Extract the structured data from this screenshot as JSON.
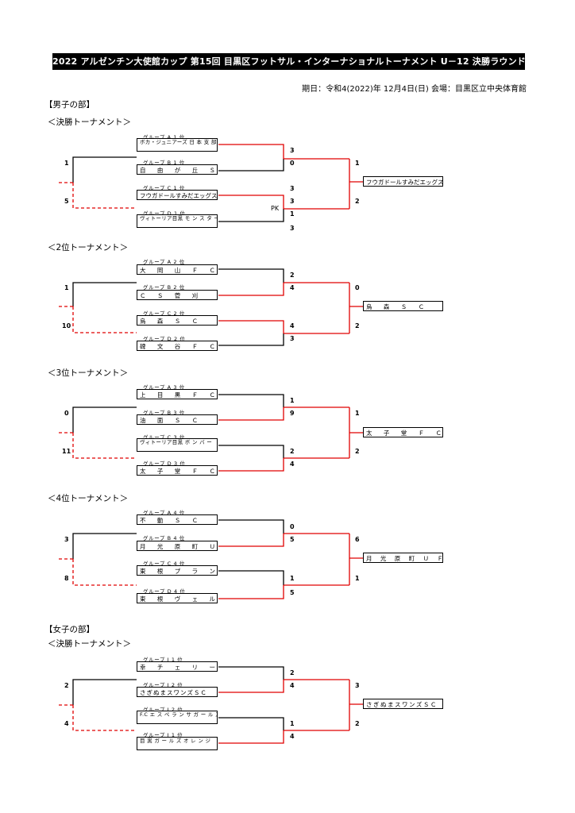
{
  "header": {
    "title": "2022 アルゼンチン大使館カップ 第15回 目黒区フットサル・インターナショナルトーナメント U－12 決勝ラウンド",
    "date_venue": "期日：令和4(2022)年 12月4日(日) 会場：目黒区立中央体育館"
  },
  "sections": {
    "boys": "【男子の部】",
    "girls": "【女子の部】"
  },
  "tournaments": [
    {
      "name": "＜決勝トーナメント＞",
      "teams": [
        {
          "group": "グループ A 1 位",
          "name": "ボカ・ジュニアーズ 日 本 支 部"
        },
        {
          "group": "グループ B 1 位",
          "name": "自 由 が 丘 Ｓ Ｃ"
        },
        {
          "group": "グループ C 1 位",
          "name": "フウガドールすみだエッグス"
        },
        {
          "group": "グループ D 1 位",
          "name": "ヴィトーリア目黒 モ ン ス タ ー"
        }
      ],
      "semi_scores": [
        "3",
        "0",
        "3",
        "3",
        "1",
        "3"
      ],
      "pk": "PK",
      "final_scores": [
        "1",
        "2"
      ],
      "third_scores": [
        "1",
        "5"
      ],
      "winner": "フウガドールすみだエッグス"
    },
    {
      "name": "＜2位トーナメント＞",
      "teams": [
        {
          "group": "グループ A 2 位",
          "name": "大 岡 山 Ｆ Ｃ"
        },
        {
          "group": "グループ B 2 位",
          "name": "Ｃ Ｓ 菅 刈"
        },
        {
          "group": "グループ C 2 位",
          "name": "烏 森 Ｓ Ｃ"
        },
        {
          "group": "グループ D 2 位",
          "name": "碑 文 谷 Ｆ Ｃ"
        }
      ],
      "semi_scores": [
        "2",
        "4",
        "4",
        "3"
      ],
      "final_scores": [
        "0",
        "2"
      ],
      "third_scores": [
        "1",
        "10"
      ],
      "winner": "烏 森 Ｓ Ｃ"
    },
    {
      "name": "＜3位トーナメント＞",
      "teams": [
        {
          "group": "グループ A 3 位",
          "name": "上 目 黒 Ｆ Ｃ"
        },
        {
          "group": "グループ B 3 位",
          "name": "油 面 Ｓ Ｃ"
        },
        {
          "group": "グループ C 3 位",
          "name": "ヴィトーリア目黒 ボ ン バ ー"
        },
        {
          "group": "グループ D 3 位",
          "name": "太 子 堂 Ｆ Ｃ"
        }
      ],
      "semi_scores": [
        "1",
        "9",
        "2",
        "4"
      ],
      "final_scores": [
        "1",
        "2"
      ],
      "third_scores": [
        "0",
        "11"
      ],
      "winner": "太 子 堂 Ｆ Ｃ"
    },
    {
      "name": "＜4位トーナメント＞",
      "teams": [
        {
          "group": "グループ A 4 位",
          "name": "不 動 Ｓ Ｃ"
        },
        {
          "group": "グループ B 4 位",
          "name": "月 光 原 町 Ｕ Ｆ Ｃ"
        },
        {
          "group": "グループ C 4 位",
          "name": "東 根 プ ラ ン コ"
        },
        {
          "group": "グループ D 4 位",
          "name": "東 根 ヴ ェ ル チ"
        }
      ],
      "semi_scores": [
        "0",
        "5",
        "1",
        "5"
      ],
      "final_scores": [
        "6",
        "1"
      ],
      "third_scores": [
        "3",
        "8"
      ],
      "winner": "月 光 原 町 Ｕ Ｆ Ｃ"
    },
    {
      "name": "＜決勝トーナメント＞",
      "teams": [
        {
          "group": "グループ I 1 位",
          "name": "幸 チ ェ リ ー ズ"
        },
        {
          "group": "グループ J 2 位",
          "name": "さぎぬまスワンズＳＣ"
        },
        {
          "group": "グループ I 2 位",
          "name": "F.C エ ス ペ ラ ン サ ガ ー ル ズ"
        },
        {
          "group": "グループ J 1 位",
          "name": "目 黒 ガ ー ル ズ オ レ ン ジ"
        }
      ],
      "semi_scores": [
        "2",
        "4",
        "1",
        "4"
      ],
      "final_scores": [
        "3",
        "2"
      ],
      "third_scores": [
        "2",
        "4"
      ],
      "winner": "さぎぬまスワンズＳＣ"
    }
  ],
  "colors": {
    "winner_line": "#e00000",
    "loser_line": "#000000",
    "title_bg": "#000000",
    "title_fg": "#ffffff"
  }
}
